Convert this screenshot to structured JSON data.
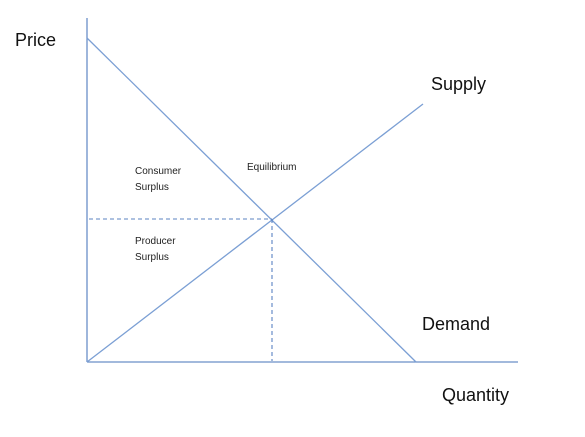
{
  "labels": {
    "price": "Price",
    "quantity": "Quantity",
    "supply": "Supply",
    "demand": "Demand",
    "equilibrium": "Equilibrium",
    "consumer_surplus": [
      "Consumer",
      "Surplus"
    ],
    "producer_surplus": [
      "Producer",
      "Surplus"
    ]
  },
  "colors": {
    "axis": "#6a8fc8",
    "curves": "#7b9fd4",
    "dashed_guides": "#5b83c2",
    "text": "#111111"
  }
}
